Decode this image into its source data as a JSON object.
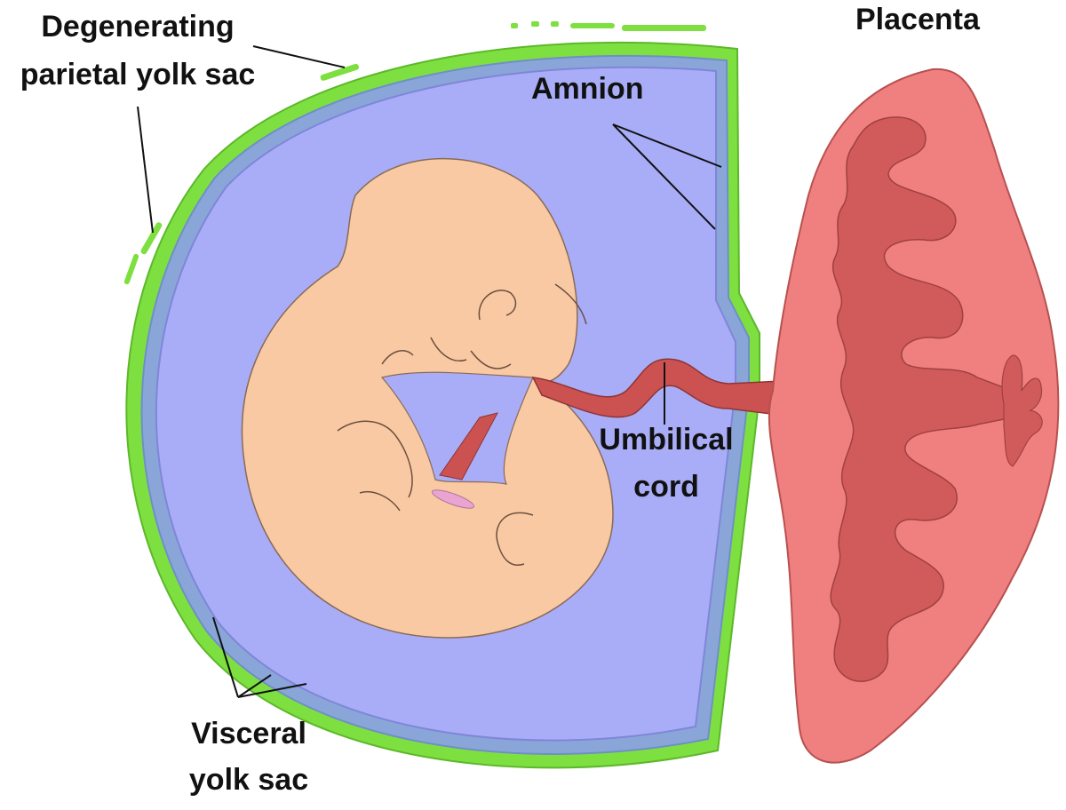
{
  "labels": {
    "degenerating_line1": "Degenerating",
    "degenerating_line2": "parietal yolk sac",
    "placenta": "Placenta",
    "amnion": "Amnion",
    "umbilical_line1": "Umbilical",
    "umbilical_line2": "cord",
    "visceral_line1": "Visceral",
    "visceral_line2": "yolk sac"
  },
  "colors": {
    "parietal_yolk_sac": "#7ee040",
    "visceral_yolk_sac": "#8aa6d8",
    "amniotic_cavity": "#a9adf7",
    "embryo": "#f9c9a3",
    "placenta_outer": "#f08080",
    "placenta_inner": "#d15b5b",
    "umbilical_cord": "#cc5252",
    "leader_lines": "#111111"
  }
}
